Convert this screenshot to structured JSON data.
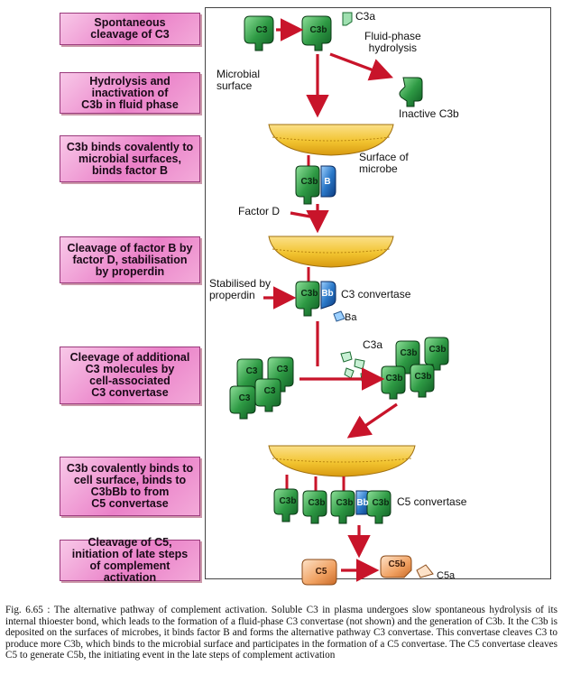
{
  "steps": [
    "Spontaneous\ncleavage of C3",
    "Hydrolysis and\ninactivation of\nC3b in fluid phase",
    "C3b binds covalently to\nmicrobial surfaces,\nbinds factor B",
    "Cleavage of factor B by\nfactor D, stabilisation\nby properdin",
    "Cleevage of additional\nC3 molecules by\ncell-associated\nC3 convertase",
    "C3b covalently binds to\ncell surface, binds to\nC3bBb to from\nC5 convertase",
    "Cleavage of C5,\ninitiation of late steps\nof complement activation"
  ],
  "labels": {
    "fluid_phase": "Fluid-phase\nhydrolysis",
    "microbial_surface": "Microbial\nsurface",
    "inactive_c3b": "Inactive C3b",
    "surface_of_microbe": "Surface of\nmicrobe",
    "factor_d": "Factor D",
    "stabilised": "Stabilised by\nproperdin",
    "c3_convertase": "C3 convertase",
    "c5_convertase": "C5 convertase",
    "c3a_top": "C3a",
    "c3a_mid": "C3a",
    "ba": "Ba",
    "c5a": "C5a"
  },
  "molecules": {
    "c3": "C3",
    "c3b": "C3b",
    "b": "B",
    "bb": "Bb",
    "c5": "C5",
    "c5b": "C5b"
  },
  "colors": {
    "green": "#2e9a44",
    "blue": "#2a78c8",
    "orange": "#f0a060",
    "arrow": "#c8142a",
    "membrane": "#f2c430"
  },
  "caption": {
    "fig_label": "Fig. 6.65 :",
    "text": "The alternative pathway of complement activation. Soluble C3 in plasma undergoes slow spontaneous hydrolysis of its internal thioester bond, which leads to the formation of a fluid-phase C3 convertase (not shown) and the generation of C3b. It the C3b is deposited on the surfaces of microbes, it binds factor B and forms the alternative pathway C3 convertase. This convertase cleaves C3 to produce more C3b, which binds to the microbial surface and participates in the formation of a C5 convertase. The C5 convertase cleaves C5 to generate C5b, the initiating event in the late steps of complement activation"
  }
}
